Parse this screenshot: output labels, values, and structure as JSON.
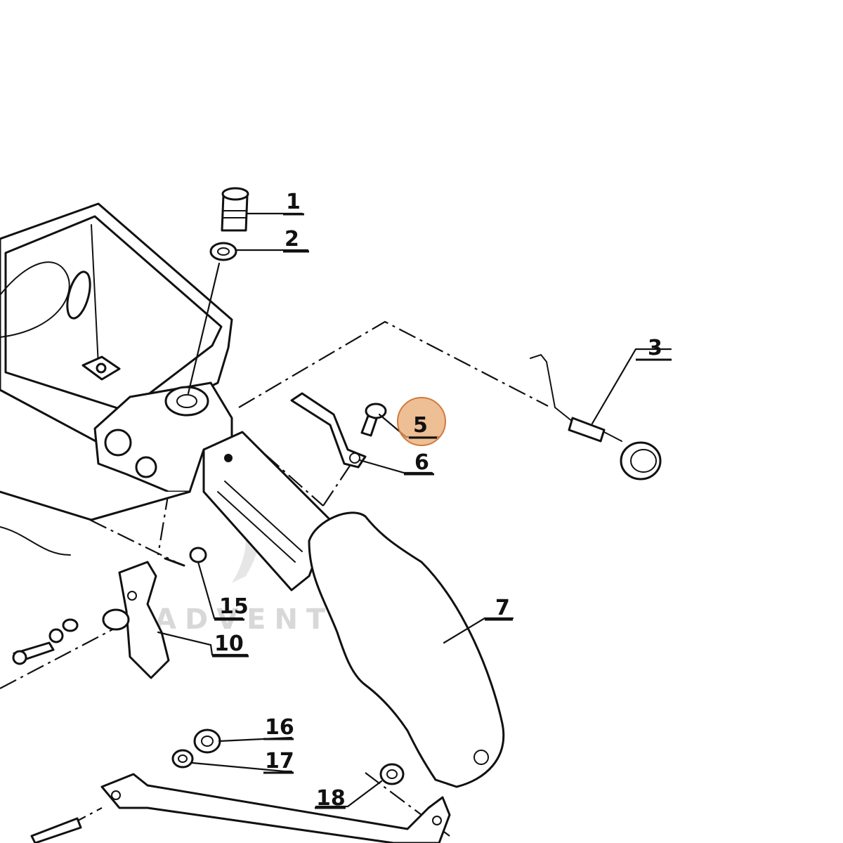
{
  "callouts": [
    {
      "id": "1",
      "label": "1"
    },
    {
      "id": "2",
      "label": "2"
    },
    {
      "id": "3",
      "label": "3"
    },
    {
      "id": "5",
      "label": "5"
    },
    {
      "id": "6",
      "label": "6"
    },
    {
      "id": "7",
      "label": "7"
    },
    {
      "id": "10",
      "label": "10"
    },
    {
      "id": "15",
      "label": "15"
    },
    {
      "id": "16",
      "label": "16"
    },
    {
      "id": "17",
      "label": "17"
    },
    {
      "id": "18",
      "label": "18"
    }
  ],
  "highlight": {
    "callout": "5",
    "color": "#e8a870"
  },
  "watermark": {
    "text": "ADVENTURE",
    "color": "#d8d8d8"
  },
  "colors": {
    "ink": "#111111",
    "paper": "#ffffff"
  }
}
